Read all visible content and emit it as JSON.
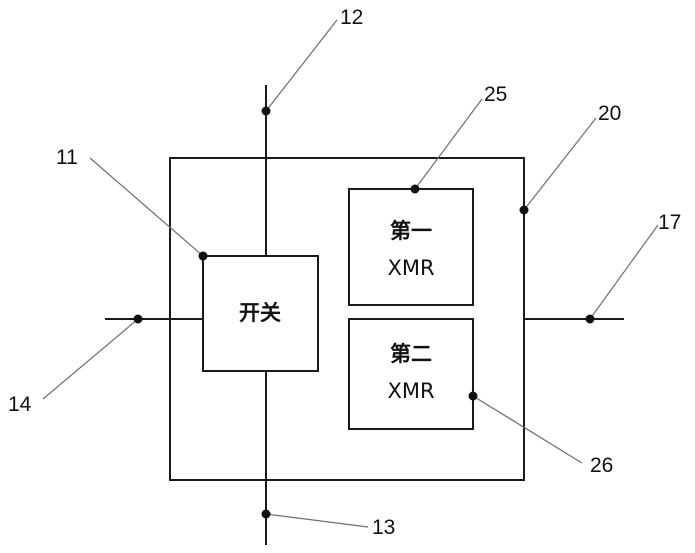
{
  "switch_box": {
    "label": "开关"
  },
  "xmr1_box": {
    "label_line1": "第一",
    "label_line2": "XMR"
  },
  "xmr2_box": {
    "label_line1": "第二",
    "label_line2": "XMR"
  },
  "reference_numerals": {
    "r11": "11",
    "r12": "12",
    "r13": "13",
    "r14": "14",
    "r17": "17",
    "r20": "20",
    "r25": "25",
    "r26": "26"
  }
}
